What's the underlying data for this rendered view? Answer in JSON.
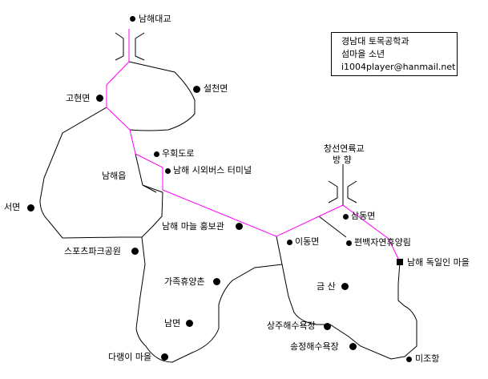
{
  "colors": {
    "road": "#ff00ff",
    "coast": "#000000"
  },
  "info_box": {
    "line1": "경남대 토목공학과",
    "line2": "섬마을 소년",
    "email": "i1004player@hanmail.net"
  },
  "places": {
    "namhae_bridge": "남해대교",
    "seolcheon": "설천면",
    "gohyeon": "고현면",
    "bypass": "우회도로",
    "bus_terminal": "남해 시외버스 터미널",
    "namhae_eup": "남해읍",
    "seo": "서면",
    "garlic_hall": "남해 마늘 홍보관",
    "sports_park": "스포츠파크공원",
    "family_resort": "가족휴양촌",
    "nam": "남면",
    "darangi": "다랭이 마을",
    "idong": "이동면",
    "pyeonbaek": "편백자연휴양림",
    "samdong": "삼동면",
    "german_village": "남해 독일인 마을",
    "geumsan": "금 산",
    "sangju_beach": "상주해수욕장",
    "songjeong_beach": "송정해수욕장",
    "mijo": "미조항",
    "changseon_line1": "창선연륙교",
    "changseon_line2": "방 향"
  }
}
